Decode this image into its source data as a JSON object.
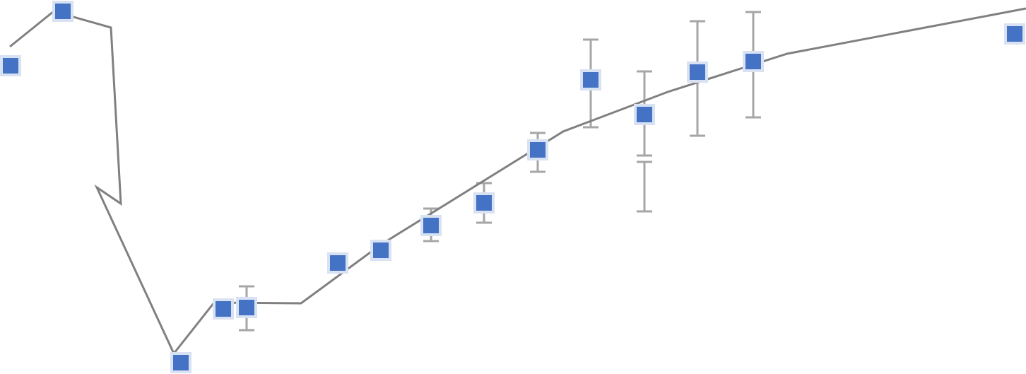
{
  "chart_data": {
    "type": "scatter",
    "title": "",
    "xlabel": "",
    "ylabel": "",
    "xlim": [
      0,
      145.2
    ],
    "ylim": [
      0,
      52.9
    ],
    "grid": false,
    "legend": "none",
    "colors": {
      "marker": "#4472C4",
      "marker_border": "#D9E2F3",
      "line": "#808080",
      "error_bar": "#A6A6A6"
    },
    "series": [
      {
        "name": "points",
        "points": [
          {
            "x": 1.5,
            "y": 43.6
          },
          {
            "x": 8.9,
            "y": 51.3
          },
          {
            "x": 25.6,
            "y": 1.6
          },
          {
            "x": 31.6,
            "y": 9.2
          },
          {
            "x": 34.9,
            "y": 9.4,
            "err": [
              6.2,
              12.4
            ]
          },
          {
            "x": 47.8,
            "y": 15.7
          },
          {
            "x": 53.9,
            "y": 17.5
          },
          {
            "x": 61.0,
            "y": 21.0,
            "err": [
              18.8,
              23.4
            ]
          },
          {
            "x": 68.5,
            "y": 24.2,
            "err": [
              21.4,
              27.0
            ]
          },
          {
            "x": 76.1,
            "y": 31.7,
            "err": [
              28.6,
              34.1
            ]
          },
          {
            "x": 83.6,
            "y": 41.6,
            "err": [
              34.9,
              47.3
            ]
          },
          {
            "x": 91.2,
            "y": 36.7,
            "err": [
              30.9,
              42.8
            ]
          },
          {
            "x": 98.7,
            "y": 42.7,
            "err": [
              33.7,
              49.9
            ]
          },
          {
            "x": 106.6,
            "y": 44.2,
            "err": [
              36.3,
              51.2
            ]
          },
          {
            "x": 143.6,
            "y": 48.1
          }
        ],
        "extra_error_bars": [
          {
            "x": 91.2,
            "range": [
              23.0,
              30.0
            ]
          }
        ]
      },
      {
        "name": "line",
        "type": "line",
        "points": [
          [
            1.4,
            46.3
          ],
          [
            7.6,
            51.3
          ],
          [
            15.7,
            49.0
          ],
          [
            17.1,
            24.1
          ],
          [
            13.7,
            26.4
          ],
          [
            24.6,
            2.9
          ],
          [
            30.3,
            10.1
          ],
          [
            42.6,
            10.0
          ],
          [
            53.9,
            18.3
          ],
          [
            79.7,
            34.3
          ],
          [
            94.5,
            39.9
          ],
          [
            111.4,
            45.3
          ],
          [
            145.2,
            51.7
          ]
        ]
      }
    ]
  }
}
